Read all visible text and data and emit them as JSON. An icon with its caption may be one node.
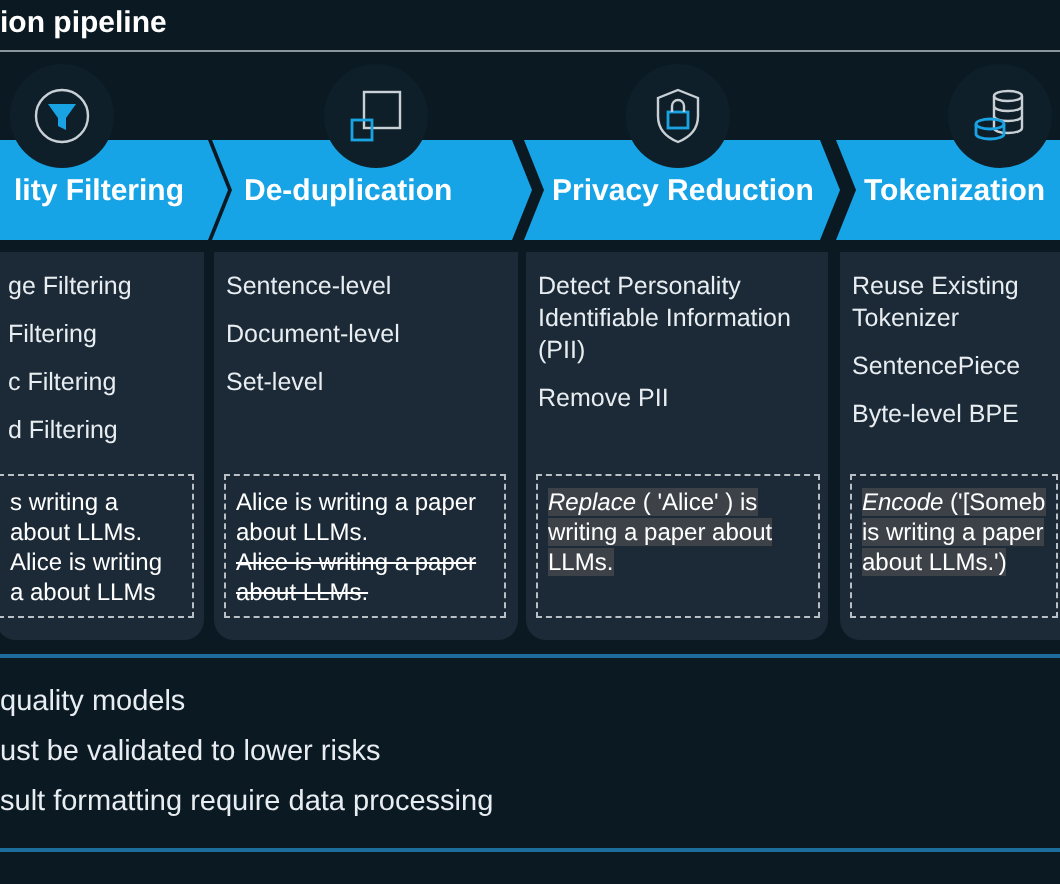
{
  "diagram": {
    "title": "ion pipeline",
    "nodes": [
      {
        "text": [
          "lity Filtering"
        ]
      },
      {
        "text": [
          "De-duplication"
        ]
      },
      {
        "text": [
          "Privacy Reduction"
        ]
      },
      {
        "text": [
          "Tokenization"
        ]
      },
      {
        "text": [
          "ge Filtering",
          "Filtering",
          "c Filtering",
          "d Filtering"
        ]
      },
      {
        "text": [
          "s writing a about LLMs. Alice is writing a about LLMs"
        ],
        "in": 4
      },
      {
        "text": [
          "Sentence-level",
          "Document-level",
          "Set-level"
        ]
      },
      {
        "text": [
          "Alice is writing a paper about LLMs.",
          "Alice is writing a paper about LLMs."
        ],
        "in": 6
      },
      {
        "text": [
          "Detect Personality Identifiable Information (PII)",
          "Remove PII"
        ]
      },
      {
        "text": [
          "*Replace* ( 'Alice' ) is writing a paper about LLMs."
        ],
        "in": 8
      },
      {
        "text": [
          "Reuse Existing Tokenizer",
          "SentencePiece",
          "Byte-level BPE"
        ]
      },
      {
        "text": [
          "*Encode* ('[Someb is writing a paper about LLMs.')"
        ],
        "in": 10
      }
    ],
    "labels": [
      "quality models",
      "ust be validated to lower risks",
      "sult formatting require data processing"
    ]
  }
}
